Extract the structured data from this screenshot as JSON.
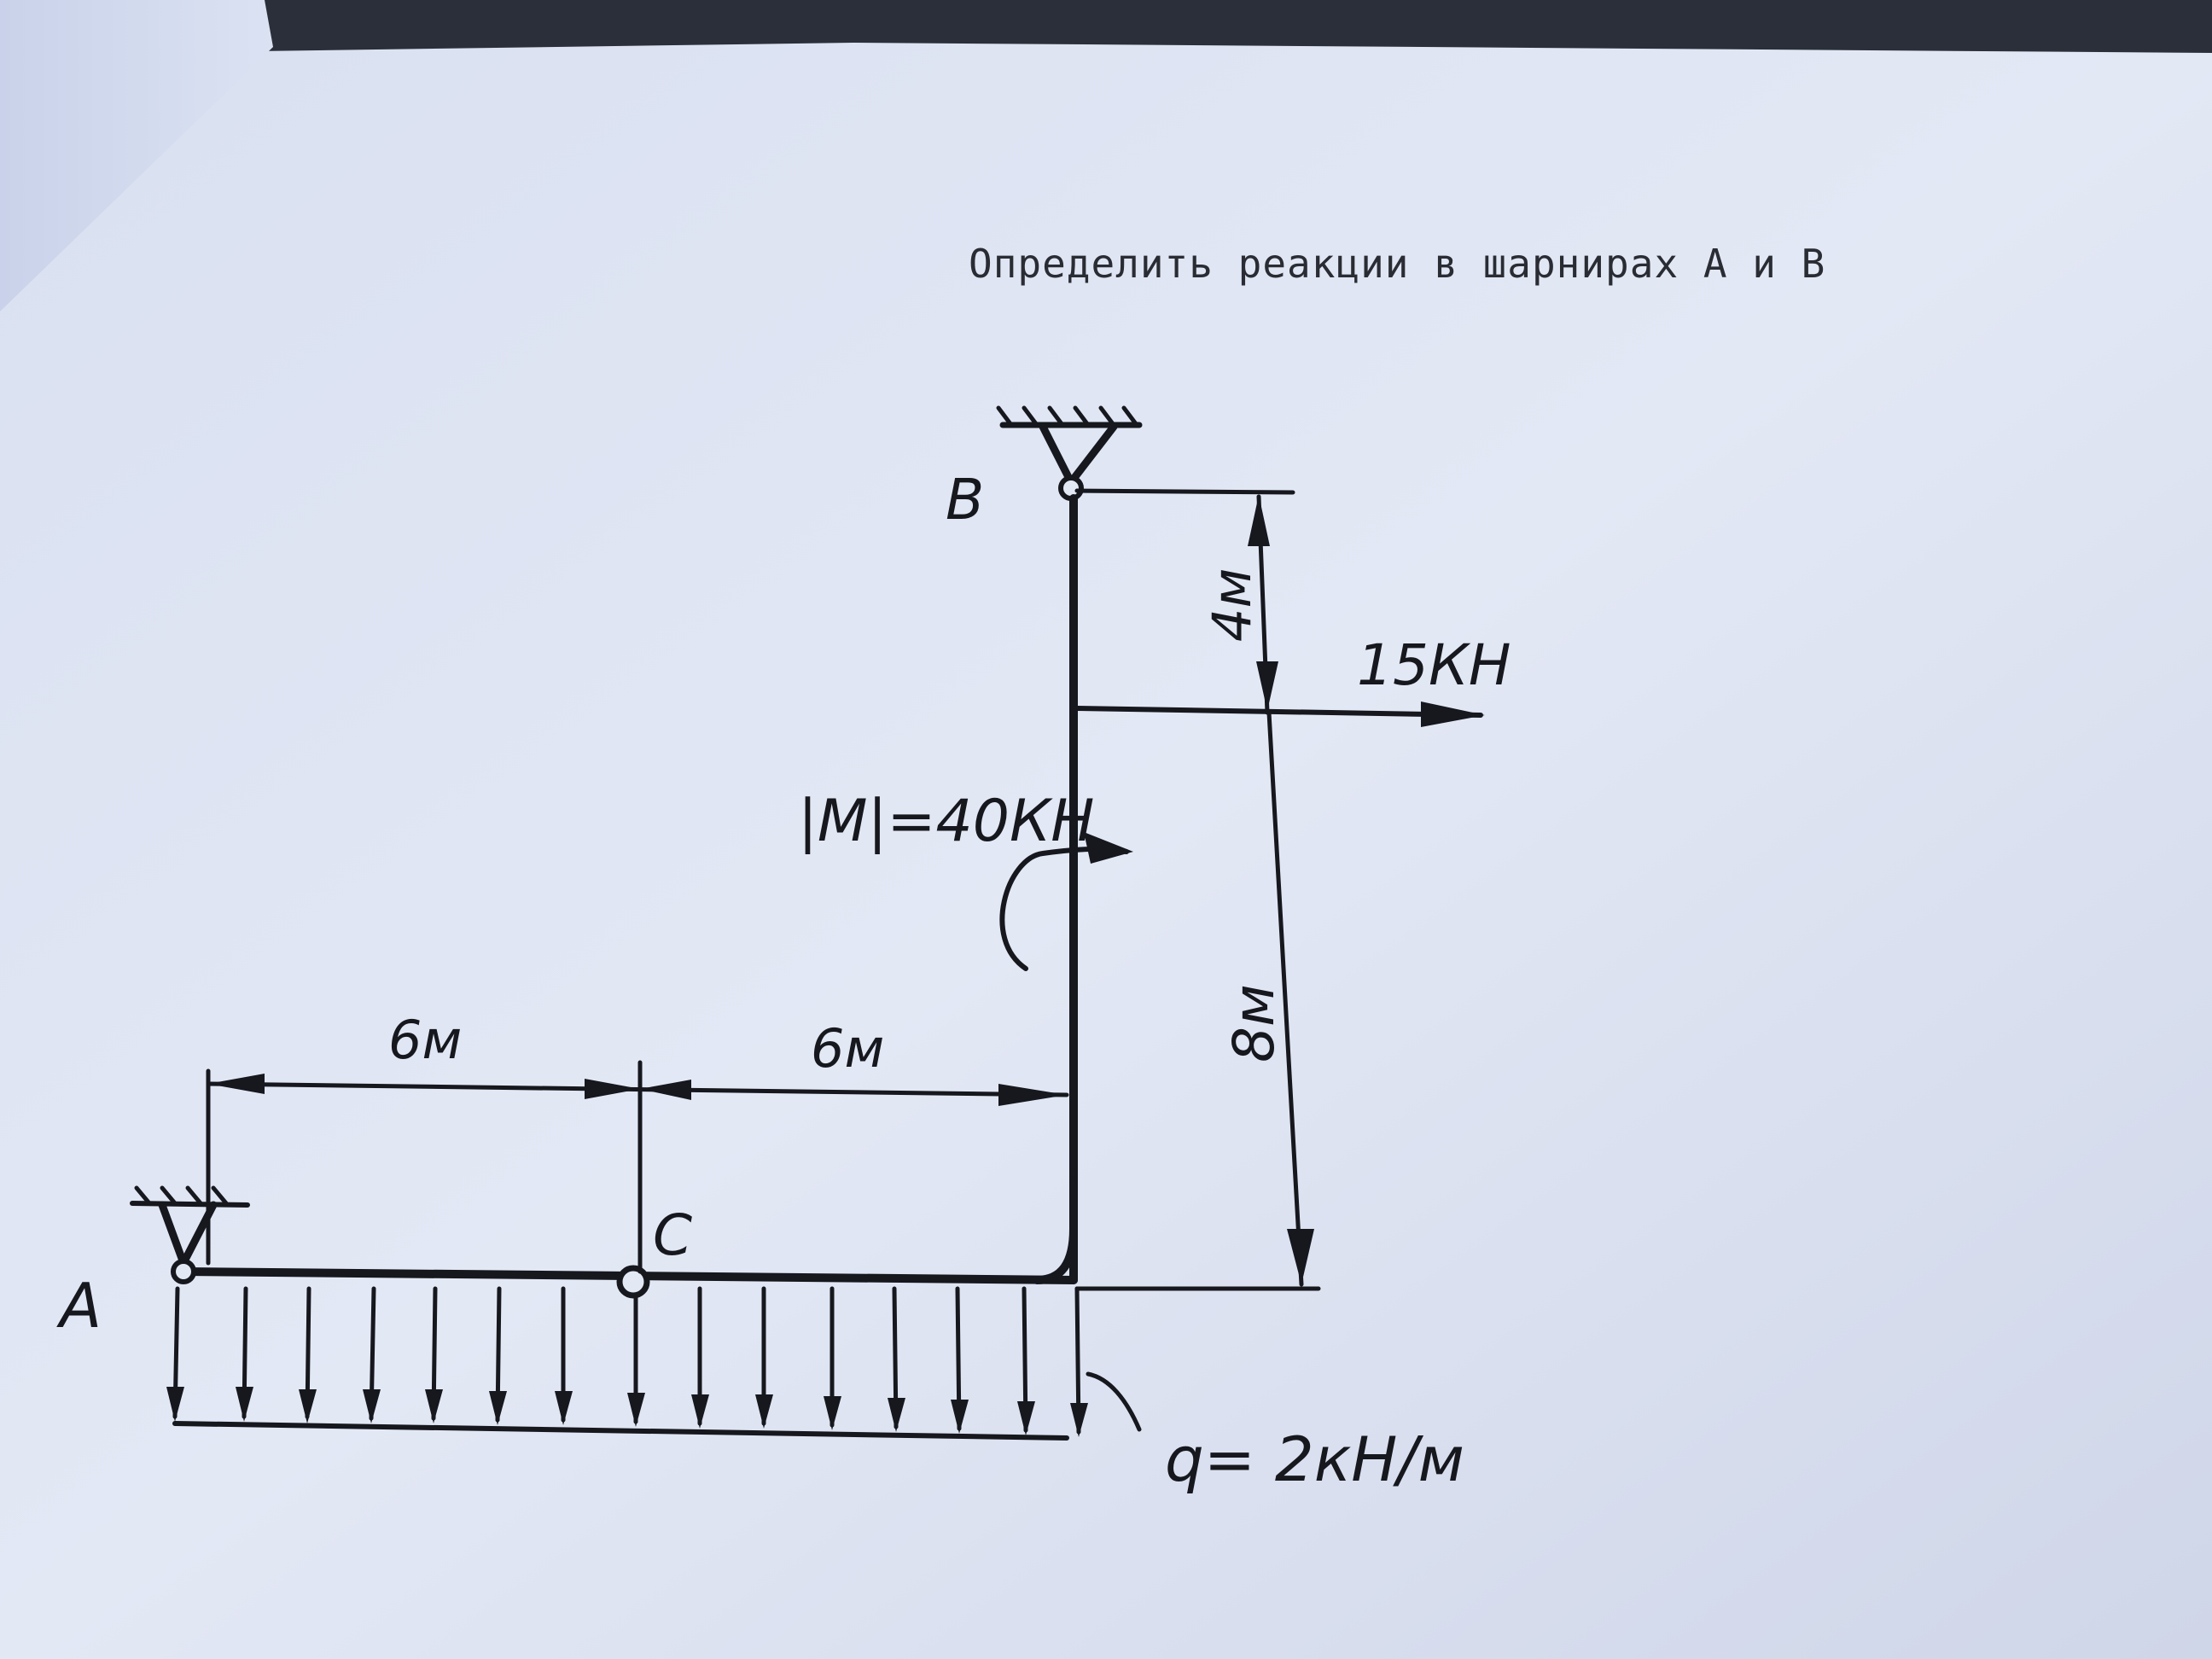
{
  "title": "Определить реакции в шарнирах А и В",
  "labels": {
    "point_a": "A",
    "point_b": "B",
    "point_c": "C"
  },
  "dimensions": {
    "ac": "6м",
    "c_corner": "6м",
    "b_force": "4м",
    "force_to_bottom": "8м"
  },
  "loads": {
    "force": "15КН",
    "moment": "|M|=40КН",
    "distributed": "q= 2кН/м"
  },
  "colors": {
    "paper": "#dfe5f3",
    "ink": "#16181e",
    "background": "#2b2f3a"
  }
}
